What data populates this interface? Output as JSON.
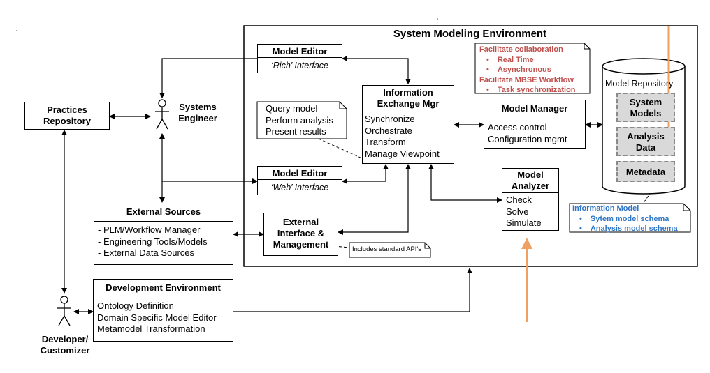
{
  "environment": {
    "title": "System Modeling Environment"
  },
  "collab_note": {
    "line1": "Facilitate collaboration",
    "line2": "Real Time",
    "line3": "Asynchronous",
    "line4": "Facilitate MBSE Workflow",
    "line5": "Task synchronization"
  },
  "practices_repository": {
    "line1": "Practices",
    "line2": "Repository"
  },
  "systems_engineer": {
    "line1": "Systems",
    "line2": "Engineer"
  },
  "developer": {
    "line1": "Developer/",
    "line2": "Customizer"
  },
  "model_editor_rich": {
    "title": "Model Editor",
    "subtitle": "‘Rich’ Interface"
  },
  "model_editor_web": {
    "title": "Model Editor",
    "subtitle": "‘Web’ Interface"
  },
  "info_exchange": {
    "title_line1": "Information",
    "title_line2": "Exchange Mgr",
    "items": [
      "Synchronize",
      "Orchestrate",
      "Transform",
      "Manage Viewpoint"
    ]
  },
  "query_note": {
    "items": [
      "- Query model",
      "- Perform analysis",
      "- Present results"
    ]
  },
  "model_manager": {
    "title": "Model Manager",
    "items": [
      "Access control",
      "Configuration mgmt"
    ]
  },
  "model_analyzer": {
    "title_line1": "Model",
    "title_line2": "Analyzer",
    "items": [
      "Check",
      "Solve",
      "Simulate"
    ]
  },
  "model_repository": {
    "title": "Model Repository",
    "system_models": {
      "line1": "System",
      "line2": "Models"
    },
    "analysis_data": {
      "line1": "Analysis",
      "line2": "Data"
    },
    "metadata": "Metadata"
  },
  "info_model_note": {
    "title": "Information Model",
    "items": [
      "Sytem model schema",
      "Analysis model schema"
    ]
  },
  "external_sources": {
    "title": "External Sources",
    "items": [
      "- PLM/Workflow Manager",
      "- Engineering Tools/Models",
      "- External Data Sources"
    ]
  },
  "external_interface": {
    "line1": "External",
    "line2": "Interface &",
    "line3": "Management"
  },
  "api_note": "Includes standard API's",
  "dev_env": {
    "title": "Development Environment",
    "items": [
      "Ontology Definition",
      "Domain Specific Model Editor",
      "Metamodel Transformation"
    ]
  },
  "colors": {
    "accent_red": "#c0504d",
    "accent_blue": "#2f75c5",
    "highlight_arrow": "#f0a060"
  }
}
